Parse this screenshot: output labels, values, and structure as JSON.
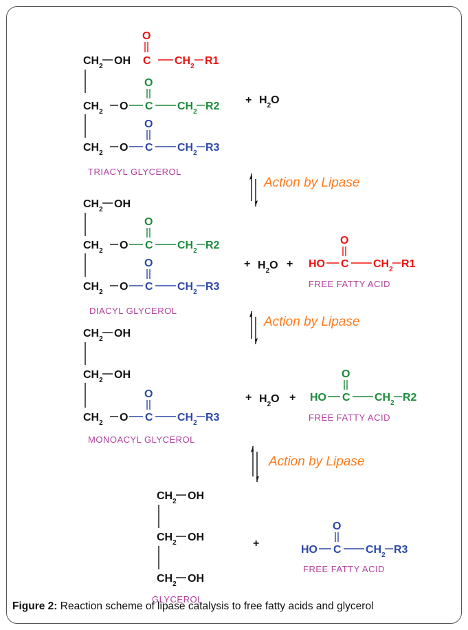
{
  "figure": {
    "caption_label": "Figure 2:",
    "caption_text": " Reaction scheme of lipase catalysis to free fatty acids and glycerol"
  },
  "labels": {
    "triacyl": "TRIACYL  GLYCEROL",
    "diacyl": "DIACYL GLYCEROL",
    "monoacyl": "MONOACYL  GLYCEROL",
    "glycerol": "GLYCEROL",
    "ffa": "FREE  FATTY  ACID"
  },
  "arrows": {
    "action": "Action by Lipase"
  },
  "chem": {
    "ch2": "CH",
    "ch2_sub": "2",
    "oh": "OH",
    "o": "O",
    "c": "C",
    "ho": "HO",
    "r1": "R1",
    "r2": "R2",
    "r3": "R3",
    "plus": "+",
    "h2o_h": "H",
    "h2o_sub": "2",
    "h2o_o": "O"
  },
  "colors": {
    "black": "#111111",
    "red": "#ee1111",
    "green": "#1b8a3a",
    "blue": "#2b47a8",
    "label": "#b040a0",
    "action": "#ff7a1a"
  }
}
